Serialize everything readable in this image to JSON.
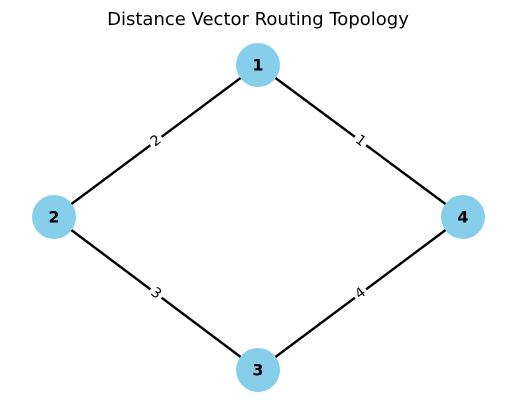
{
  "title": "Distance Vector Routing Topology",
  "colors": {
    "node_fill": "#87CEEB",
    "edge": "#000000",
    "text": "#000000",
    "background": "#ffffff"
  },
  "nodes": [
    {
      "id": "1",
      "label": "1"
    },
    {
      "id": "2",
      "label": "2"
    },
    {
      "id": "3",
      "label": "3"
    },
    {
      "id": "4",
      "label": "4"
    }
  ],
  "edges": [
    {
      "source": "1",
      "target": "2",
      "weight": "2"
    },
    {
      "source": "1",
      "target": "4",
      "weight": "1"
    },
    {
      "source": "2",
      "target": "3",
      "weight": "3"
    },
    {
      "source": "3",
      "target": "4",
      "weight": "4"
    }
  ]
}
